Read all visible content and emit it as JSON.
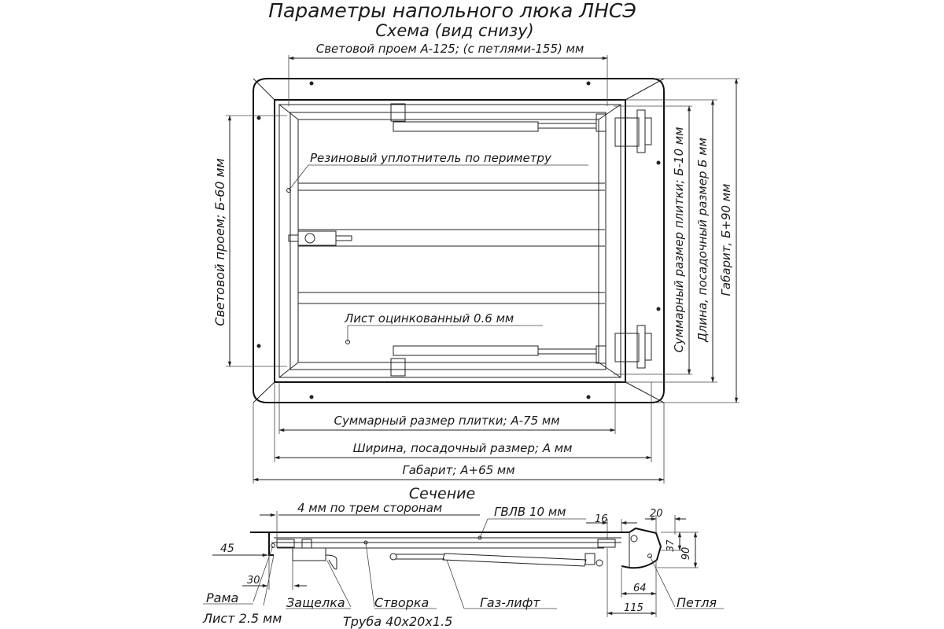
{
  "title": "Параметры напольного люка ЛНСЭ",
  "subtitle": "Схема (вид снизу)",
  "dims": {
    "top_opening": "Световой проем А-125; (с петлями-155) мм",
    "left_opening": "Световой проем; Б-60 мм",
    "right_tile": "Суммарный размер плитки; Б-10 мм",
    "right_length": "Длина, посадочный размер Б мм",
    "right_gabarit": "Габарит, Б+90 мм",
    "bottom_tile": "Суммарный размер плитки; А-75 мм",
    "bottom_width": "Ширина, посадочный размер; А мм",
    "bottom_gabarit": "Габарит; А+65 мм"
  },
  "callouts": {
    "seal": "Резиновый уплотнитель по периметру",
    "sheet": "Лист оцинкованный 0.6 мм"
  },
  "section": {
    "title": "Сечение",
    "four_mm": "4 мм по трем сторонам",
    "gvlv": "ГВЛВ 10 мм",
    "d16": "16",
    "d20": "20",
    "d37": "37",
    "d90": "90",
    "d45": "45",
    "d30": "30",
    "d64": "64",
    "d115": "115",
    "frame": "Рама",
    "sheet25": "Лист 2.5 мм",
    "latch": "Защелка",
    "leaf": "Створка",
    "pipe": "Труба 40х20х1.5",
    "gaslift": "Газ-лифт",
    "hinge": "Петля"
  }
}
